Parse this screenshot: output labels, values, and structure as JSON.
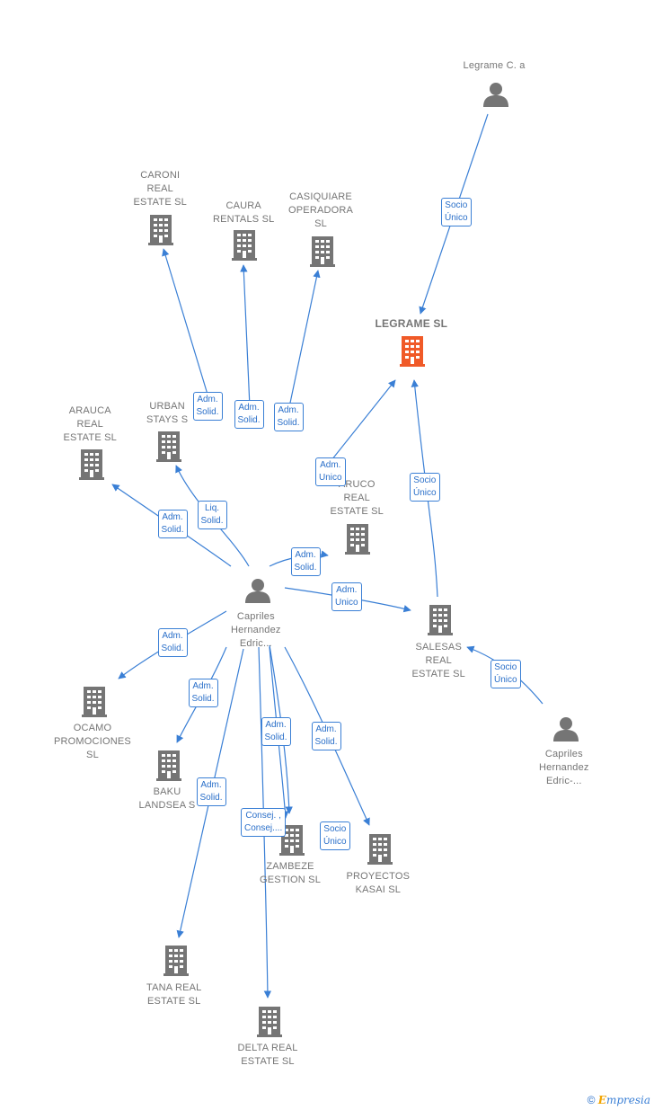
{
  "colors": {
    "edge": "#3a7fd5",
    "node": "#757575",
    "main_node": "#f05a28"
  },
  "nodes": [
    {
      "id": "legrame_ca",
      "kind": "person",
      "label": "Legrame C. a"
    },
    {
      "id": "legrame",
      "kind": "company_main",
      "label": "LEGRAME SL"
    },
    {
      "id": "caroni",
      "kind": "company",
      "label": "CARONI\nREAL\nESTATE SL"
    },
    {
      "id": "caura",
      "kind": "company",
      "label": "CAURA\nRENTALS SL"
    },
    {
      "id": "casiquiare",
      "kind": "company",
      "label": "CASIQUIARE\nOPERADORA\nSL"
    },
    {
      "id": "arauca",
      "kind": "company",
      "label": "ARAUCA\nREAL\nESTATE SL"
    },
    {
      "id": "urban",
      "kind": "company",
      "label": "URBAN\nSTAYS S"
    },
    {
      "id": "aruco",
      "kind": "company",
      "label": "ARUCO\nREAL\nESTATE SL"
    },
    {
      "id": "capriles1",
      "kind": "person",
      "label": "Capriles\nHernandez\nEdric..."
    },
    {
      "id": "salesas",
      "kind": "company",
      "label": "SALESAS\nREAL\nESTATE SL"
    },
    {
      "id": "capriles2",
      "kind": "person",
      "label": "Capriles\nHernandez\nEdric-..."
    },
    {
      "id": "ocamo",
      "kind": "company",
      "label": "OCAMO\nPROMOCIONES\nSL"
    },
    {
      "id": "baku",
      "kind": "company",
      "label": "BAKU\nLANDSEA S"
    },
    {
      "id": "zambeze",
      "kind": "company",
      "label": "ZAMBEZE\nGESTION SL"
    },
    {
      "id": "proyectos",
      "kind": "company",
      "label": "PROYECTOS\nKASAI SL"
    },
    {
      "id": "tana",
      "kind": "company",
      "label": "TANA REAL\nESTATE SL"
    },
    {
      "id": "delta",
      "kind": "company",
      "label": "DELTA REAL\nESTATE SL"
    }
  ],
  "edges": [
    {
      "from": "legrame_ca",
      "to": "legrame",
      "label": "Socio\nÚnico"
    },
    {
      "from": "capriles1",
      "to": "caroni",
      "label": "Adm.\nSolid."
    },
    {
      "from": "capriles1",
      "to": "caura",
      "label": "Adm.\nSolid."
    },
    {
      "from": "capriles1",
      "to": "casiquiare",
      "label": "Adm.\nSolid."
    },
    {
      "from": "capriles1",
      "to": "legrame",
      "label": "Adm.\nUnico"
    },
    {
      "from": "salesas",
      "to": "legrame",
      "label": "Socio\nÚnico"
    },
    {
      "from": "capriles1",
      "to": "urban",
      "label": "Liq.\nSolid."
    },
    {
      "from": "capriles1",
      "to": "arauca",
      "label": "Adm.\nSolid."
    },
    {
      "from": "capriles1",
      "to": "aruco",
      "label": "Adm.\nSolid."
    },
    {
      "from": "capriles1",
      "to": "salesas",
      "label": "Adm.\nUnico"
    },
    {
      "from": "capriles2",
      "to": "salesas",
      "label": "Socio\nÚnico"
    },
    {
      "from": "capriles1",
      "to": "ocamo",
      "label": "Adm.\nSolid."
    },
    {
      "from": "capriles1",
      "to": "baku",
      "label": "Adm.\nSolid."
    },
    {
      "from": "capriles1",
      "to": "tana",
      "label": "Adm.\nSolid."
    },
    {
      "from": "capriles1",
      "to": "zambeze",
      "label": "Adm.\nSolid."
    },
    {
      "from": "capriles1",
      "to": "delta",
      "label": "Consej. ,\nConsej...."
    },
    {
      "from": "capriles1",
      "to": "proyectos",
      "label": "Adm.\nSolid."
    },
    {
      "from": "capriles1",
      "to": "zambeze",
      "label": "Socio\nÚnico"
    }
  ],
  "footer": {
    "copyright": "©",
    "brand_initial": "E",
    "brand_rest": "mpresia"
  }
}
